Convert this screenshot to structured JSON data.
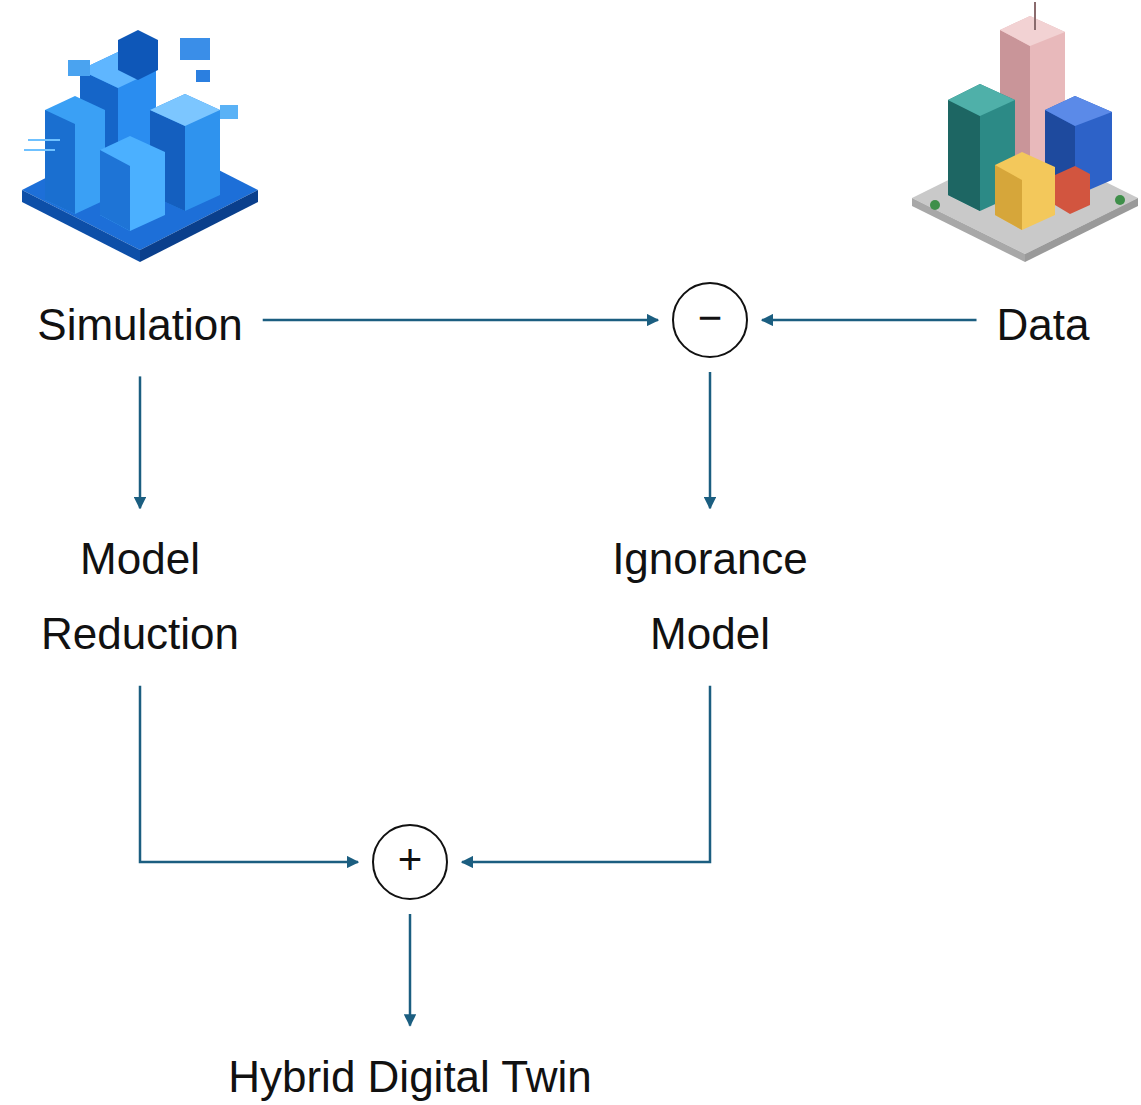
{
  "diagram": {
    "nodes": [
      {
        "text": [
          "Simulation"
        ]
      },
      {
        "text": [
          "−"
        ]
      },
      {
        "text": [
          "Data"
        ]
      },
      {
        "text": [
          "Model Reduction"
        ]
      },
      {
        "text": [
          "Ignorance Model"
        ]
      },
      {
        "text": [
          "+"
        ]
      },
      {
        "text": [
          "Hybrid Digital Twin"
        ]
      }
    ],
    "edges": [
      {
        "from": 0,
        "to": 1,
        "arrow": "to"
      },
      {
        "from": 2,
        "to": 1,
        "arrow": "to"
      },
      {
        "from": 0,
        "to": 3,
        "arrow": "to"
      },
      {
        "from": 1,
        "to": 4,
        "arrow": "to"
      },
      {
        "from": 3,
        "to": 5,
        "arrow": "to"
      },
      {
        "from": 4,
        "to": 5,
        "arrow": "to"
      },
      {
        "from": 5,
        "to": 6,
        "arrow": "to"
      }
    ]
  }
}
